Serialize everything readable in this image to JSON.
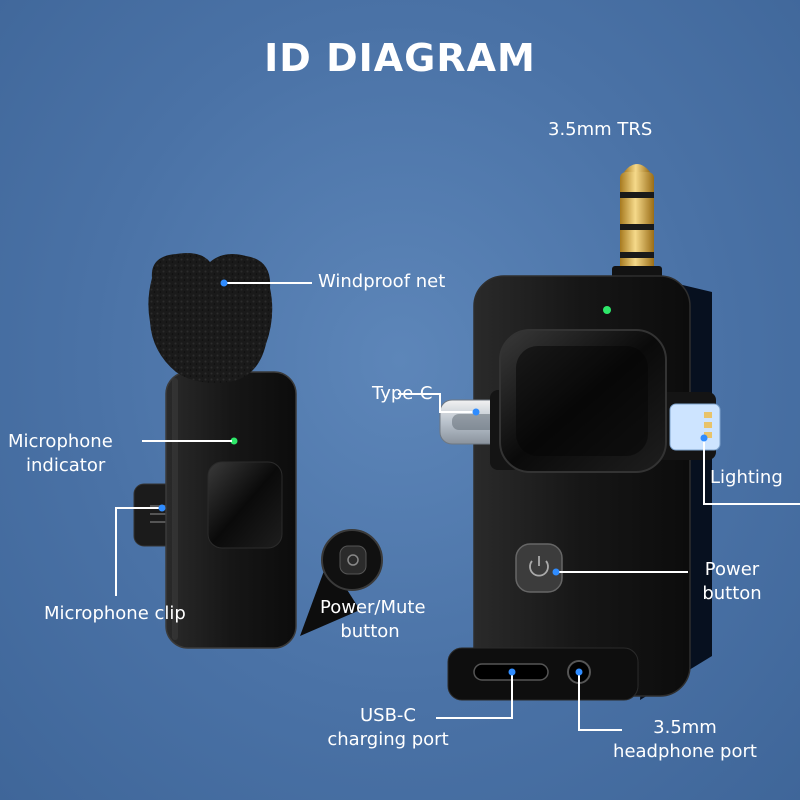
{
  "title": "ID DIAGRAM",
  "labels": {
    "trs": "3.5mm TRS",
    "windproof": "Windproof net",
    "mic_indicator_1": "Microphone",
    "mic_indicator_2": "indicator",
    "type_c": "Type-C",
    "lighting": "Lighting",
    "mic_clip": "Microphone clip",
    "power_mute_1": "Power/Mute",
    "power_mute_2": "button",
    "power_1": "Power",
    "power_2": "button",
    "usb_c_1": "USB-C",
    "usb_c_2": "charging port",
    "headphone_1": "3.5mm",
    "headphone_2": "headphone port"
  },
  "colors": {
    "background": "#4a72a6",
    "callout_dot": "#2f8cff",
    "led": "#2ee86a",
    "device_body": "#141414"
  }
}
